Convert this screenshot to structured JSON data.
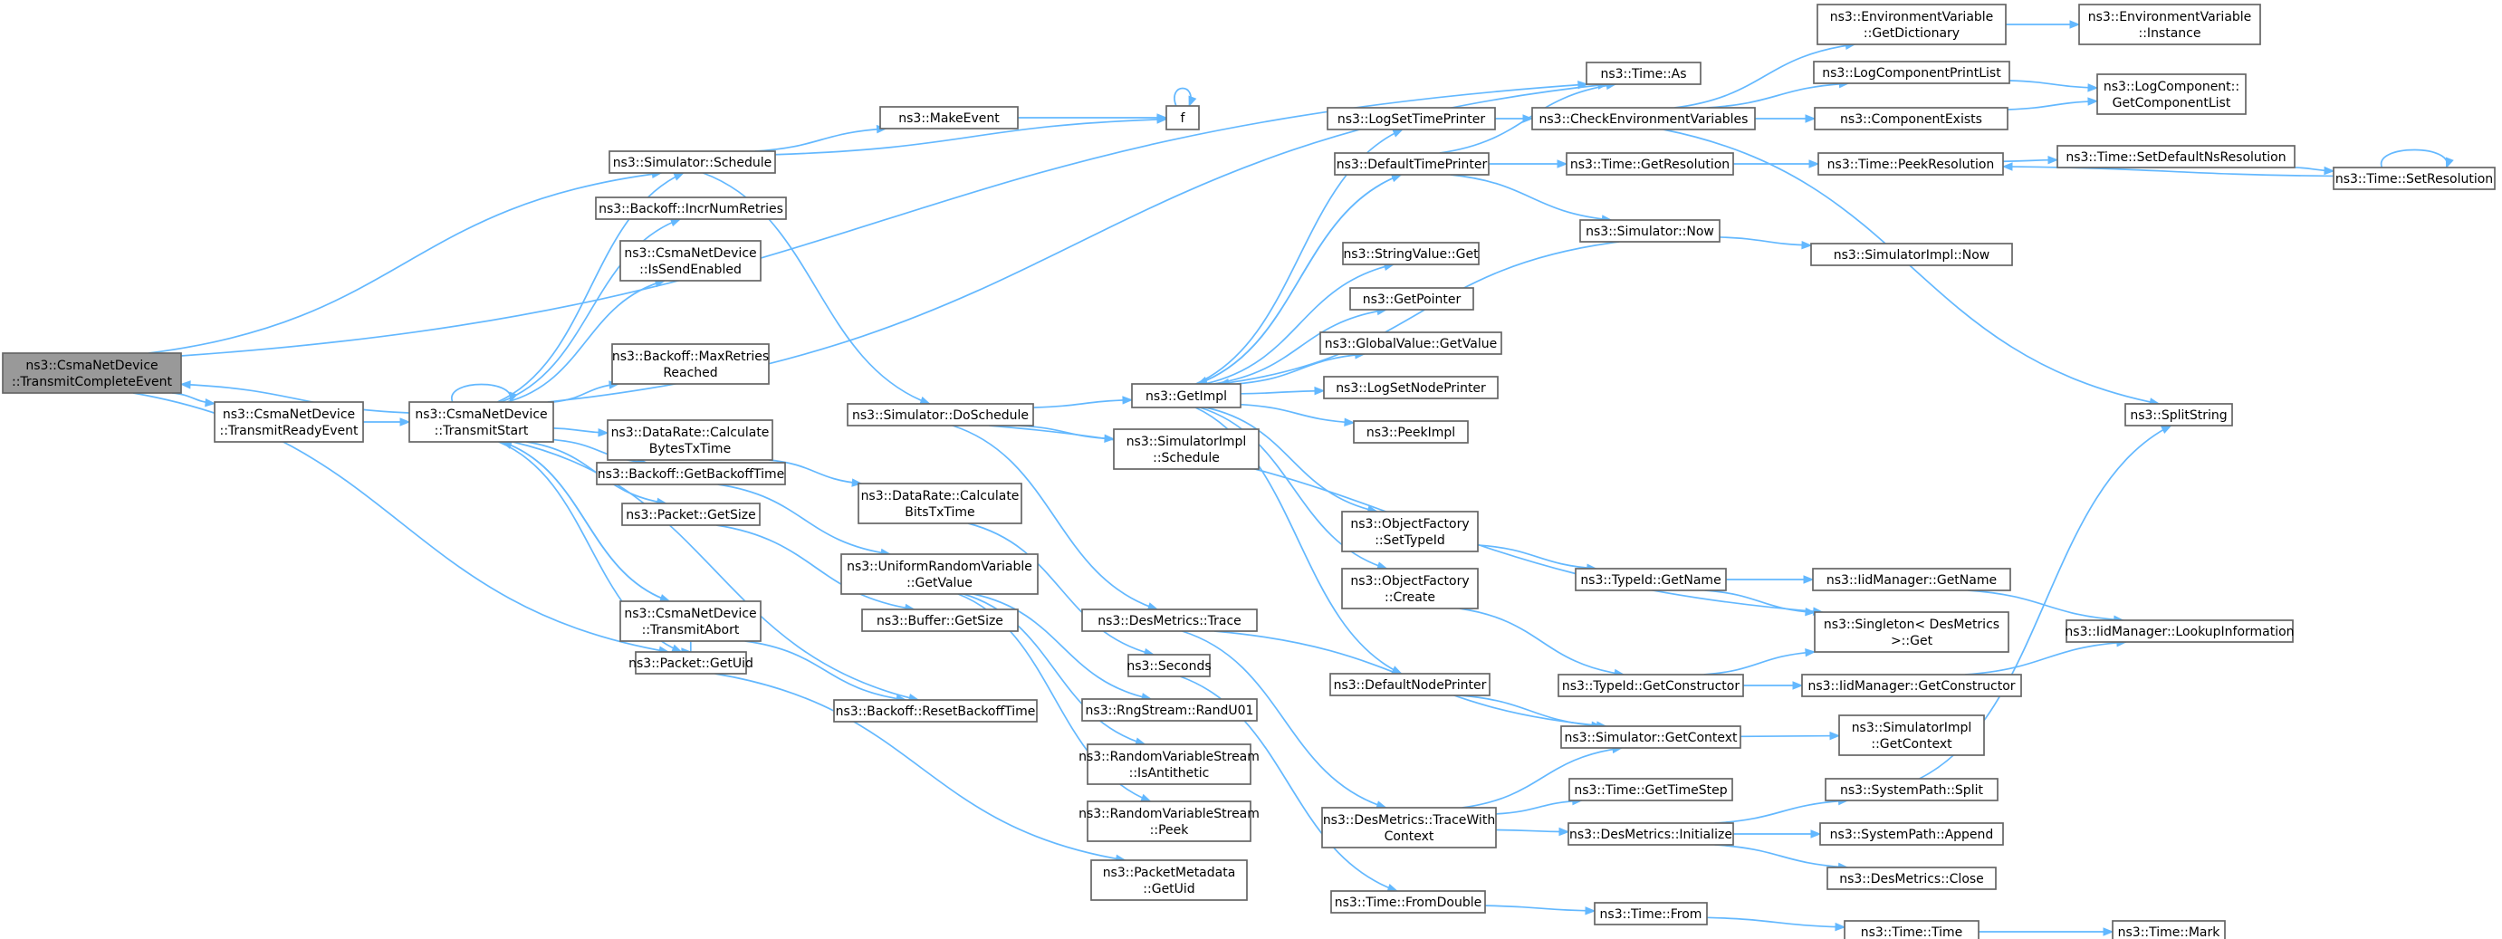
{
  "diagram": {
    "type": "call-graph",
    "colors": {
      "edge": "#63b8ff",
      "node_border": "#666666",
      "root_fill": "#999999",
      "node_fill": "#ffffff"
    },
    "nodes": [
      {
        "id": "root",
        "lines": [
          "ns3::CsmaNetDevice",
          "::TransmitCompleteEvent"
        ],
        "root": true
      },
      {
        "id": "tre",
        "lines": [
          "ns3::CsmaNetDevice",
          "::TransmitReadyEvent"
        ]
      },
      {
        "id": "ts",
        "lines": [
          "ns3::CsmaNetDevice",
          "::TransmitStart"
        ]
      },
      {
        "id": "sched",
        "lines": [
          "ns3::Simulator::Schedule"
        ]
      },
      {
        "id": "incr",
        "lines": [
          "ns3::Backoff::IncrNumRetries"
        ]
      },
      {
        "id": "isse",
        "lines": [
          "ns3::CsmaNetDevice",
          "::IsSendEnabled"
        ]
      },
      {
        "id": "maxr",
        "lines": [
          "ns3::Backoff::MaxRetries",
          "Reached"
        ]
      },
      {
        "id": "calcbytes",
        "lines": [
          "ns3::DataRate::Calculate",
          "BytesTxTime"
        ]
      },
      {
        "id": "getbo",
        "lines": [
          "ns3::Backoff::GetBackoffTime"
        ]
      },
      {
        "id": "pgs",
        "lines": [
          "ns3::Packet::GetSize"
        ]
      },
      {
        "id": "tabort",
        "lines": [
          "ns3::CsmaNetDevice",
          "::TransmitAbort"
        ]
      },
      {
        "id": "pgu",
        "lines": [
          "ns3::Packet::GetUid"
        ]
      },
      {
        "id": "reset",
        "lines": [
          "ns3::Backoff::ResetBackoffTime"
        ]
      },
      {
        "id": "makeev",
        "lines": [
          "ns3::MakeEvent"
        ]
      },
      {
        "id": "f",
        "lines": [
          "f"
        ]
      },
      {
        "id": "dosched",
        "lines": [
          "ns3::Simulator::DoSchedule"
        ]
      },
      {
        "id": "calcbits",
        "lines": [
          "ns3::DataRate::Calculate",
          "BitsTxTime"
        ]
      },
      {
        "id": "urv",
        "lines": [
          "ns3::UniformRandomVariable",
          "::GetValue"
        ]
      },
      {
        "id": "bgs",
        "lines": [
          "ns3::Buffer::GetSize"
        ]
      },
      {
        "id": "dmtrace",
        "lines": [
          "ns3::DesMetrics::Trace"
        ]
      },
      {
        "id": "seconds",
        "lines": [
          "ns3::Seconds"
        ]
      },
      {
        "id": "randu01",
        "lines": [
          "ns3::RngStream::RandU01"
        ]
      },
      {
        "id": "isanti",
        "lines": [
          "ns3::RandomVariableStream",
          "::IsAntithetic"
        ]
      },
      {
        "id": "peek",
        "lines": [
          "ns3::RandomVariableStream",
          "::Peek"
        ]
      },
      {
        "id": "pmgu",
        "lines": [
          "ns3::PacketMetadata",
          "::GetUid"
        ]
      },
      {
        "id": "getimpl",
        "lines": [
          "ns3::GetImpl"
        ]
      },
      {
        "id": "siimplsched",
        "lines": [
          "ns3::SimulatorImpl",
          "::Schedule"
        ]
      },
      {
        "id": "logstp",
        "lines": [
          "ns3::LogSetTimePrinter"
        ]
      },
      {
        "id": "deftp",
        "lines": [
          "ns3::DefaultTimePrinter"
        ]
      },
      {
        "id": "svget",
        "lines": [
          "ns3::StringValue::Get"
        ]
      },
      {
        "id": "getptr",
        "lines": [
          "ns3::GetPointer"
        ]
      },
      {
        "id": "gvget",
        "lines": [
          "ns3::GlobalValue::GetValue"
        ]
      },
      {
        "id": "logsnp",
        "lines": [
          "ns3::LogSetNodePrinter"
        ]
      },
      {
        "id": "peekimpl",
        "lines": [
          "ns3::PeekImpl"
        ]
      },
      {
        "id": "ofsettid",
        "lines": [
          "ns3::ObjectFactory",
          "::SetTypeId"
        ]
      },
      {
        "id": "ofcreate",
        "lines": [
          "ns3::ObjectFactory",
          "::Create"
        ]
      },
      {
        "id": "defnp",
        "lines": [
          "ns3::DefaultNodePrinter"
        ]
      },
      {
        "id": "dmtwc",
        "lines": [
          "ns3::DesMetrics::TraceWith",
          "Context"
        ]
      },
      {
        "id": "tfromdouble",
        "lines": [
          "ns3::Time::FromDouble"
        ]
      },
      {
        "id": "timeas",
        "lines": [
          "ns3::Time::As"
        ]
      },
      {
        "id": "checkenv",
        "lines": [
          "ns3::CheckEnvironmentVariables"
        ]
      },
      {
        "id": "getres",
        "lines": [
          "ns3::Time::GetResolution"
        ]
      },
      {
        "id": "simnow",
        "lines": [
          "ns3::Simulator::Now"
        ]
      },
      {
        "id": "tidgetname",
        "lines": [
          "ns3::TypeId::GetName"
        ]
      },
      {
        "id": "tidgetctor",
        "lines": [
          "ns3::TypeId::GetConstructor"
        ]
      },
      {
        "id": "simgetctx",
        "lines": [
          "ns3::Simulator::GetContext"
        ]
      },
      {
        "id": "gettimestep",
        "lines": [
          "ns3::Time::GetTimeStep"
        ]
      },
      {
        "id": "dminit",
        "lines": [
          "ns3::DesMetrics::Initialize"
        ]
      },
      {
        "id": "tfrom",
        "lines": [
          "ns3::Time::From"
        ]
      },
      {
        "id": "envgetdict",
        "lines": [
          "ns3::EnvironmentVariable",
          "::GetDictionary"
        ]
      },
      {
        "id": "logcpl",
        "lines": [
          "ns3::LogComponentPrintList"
        ]
      },
      {
        "id": "compexists",
        "lines": [
          "ns3::ComponentExists"
        ]
      },
      {
        "id": "peekres",
        "lines": [
          "ns3::Time::PeekResolution"
        ]
      },
      {
        "id": "simimplnow",
        "lines": [
          "ns3::SimulatorImpl::Now"
        ]
      },
      {
        "id": "iidgetname",
        "lines": [
          "ns3::IidManager::GetName"
        ]
      },
      {
        "id": "singleton",
        "lines": [
          "ns3::Singleton< DesMetrics",
          " >::Get"
        ]
      },
      {
        "id": "iidgetctor",
        "lines": [
          "ns3::IidManager::GetConstructor"
        ]
      },
      {
        "id": "simimplctx",
        "lines": [
          "ns3::SimulatorImpl",
          "::GetContext"
        ]
      },
      {
        "id": "spsplit",
        "lines": [
          "ns3::SystemPath::Split"
        ]
      },
      {
        "id": "spappend",
        "lines": [
          "ns3::SystemPath::Append"
        ]
      },
      {
        "id": "dmclose",
        "lines": [
          "ns3::DesMetrics::Close"
        ]
      },
      {
        "id": "ttime",
        "lines": [
          "ns3::Time::Time"
        ]
      },
      {
        "id": "envinst",
        "lines": [
          "ns3::EnvironmentVariable",
          "::Instance"
        ]
      },
      {
        "id": "lcgetlist",
        "lines": [
          "ns3::LogComponent::",
          "GetComponentList"
        ]
      },
      {
        "id": "setdefns",
        "lines": [
          "ns3::Time::SetDefaultNsResolution"
        ]
      },
      {
        "id": "setres",
        "lines": [
          "ns3::Time::SetResolution"
        ]
      },
      {
        "id": "splitstring",
        "lines": [
          "ns3::SplitString"
        ]
      },
      {
        "id": "iidlookup",
        "lines": [
          "ns3::IidManager::LookupInformation"
        ]
      },
      {
        "id": "tmark",
        "lines": [
          "ns3::Time::Mark"
        ]
      }
    ],
    "edges": [
      [
        "root",
        "tre"
      ],
      [
        "root",
        "sched"
      ],
      [
        "root",
        "timeas"
      ],
      [
        "root",
        "pgu"
      ],
      [
        "tre",
        "ts"
      ],
      [
        "ts",
        "root"
      ],
      [
        "ts",
        "ts"
      ],
      [
        "ts",
        "sched"
      ],
      [
        "ts",
        "incr"
      ],
      [
        "ts",
        "isse"
      ],
      [
        "ts",
        "maxr"
      ],
      [
        "ts",
        "calcbytes"
      ],
      [
        "ts",
        "getbo"
      ],
      [
        "ts",
        "pgs"
      ],
      [
        "ts",
        "tabort"
      ],
      [
        "ts",
        "pgu"
      ],
      [
        "ts",
        "reset"
      ],
      [
        "ts",
        "timeas"
      ],
      [
        "tabort",
        "ts"
      ],
      [
        "tabort",
        "pgu"
      ],
      [
        "tabort",
        "reset"
      ],
      [
        "sched",
        "makeev"
      ],
      [
        "sched",
        "f"
      ],
      [
        "sched",
        "dosched"
      ],
      [
        "makeev",
        "f"
      ],
      [
        "f",
        "f"
      ],
      [
        "calcbytes",
        "calcbits"
      ],
      [
        "getbo",
        "urv"
      ],
      [
        "pgs",
        "bgs"
      ],
      [
        "pgu",
        "pmgu"
      ],
      [
        "calcbits",
        "seconds"
      ],
      [
        "urv",
        "randu01"
      ],
      [
        "urv",
        "isanti"
      ],
      [
        "urv",
        "peek"
      ],
      [
        "dosched",
        "getimpl"
      ],
      [
        "dosched",
        "siimplsched"
      ],
      [
        "dosched",
        "dmtrace"
      ],
      [
        "dosched",
        "singleton"
      ],
      [
        "dmtrace",
        "dmtwc"
      ],
      [
        "dmtrace",
        "simgetctx"
      ],
      [
        "seconds",
        "tfromdouble"
      ],
      [
        "getimpl",
        "logstp"
      ],
      [
        "getimpl",
        "deftp"
      ],
      [
        "getimpl",
        "svget"
      ],
      [
        "getimpl",
        "getptr"
      ],
      [
        "getimpl",
        "gvget"
      ],
      [
        "getimpl",
        "logsnp"
      ],
      [
        "getimpl",
        "peekimpl"
      ],
      [
        "getimpl",
        "ofsettid"
      ],
      [
        "getimpl",
        "ofcreate"
      ],
      [
        "getimpl",
        "defnp"
      ],
      [
        "logstp",
        "checkenv"
      ],
      [
        "deftp",
        "timeas"
      ],
      [
        "deftp",
        "getres"
      ],
      [
        "deftp",
        "simnow"
      ],
      [
        "deftp",
        "getimpl"
      ],
      [
        "simnow",
        "getimpl"
      ],
      [
        "simnow",
        "simimplnow"
      ],
      [
        "ofsettid",
        "tidgetname"
      ],
      [
        "ofcreate",
        "tidgetctor"
      ],
      [
        "defnp",
        "simgetctx"
      ],
      [
        "dmtwc",
        "simgetctx"
      ],
      [
        "dmtwc",
        "gettimestep"
      ],
      [
        "dmtwc",
        "dminit"
      ],
      [
        "tfromdouble",
        "tfrom"
      ],
      [
        "checkenv",
        "envgetdict"
      ],
      [
        "checkenv",
        "logcpl"
      ],
      [
        "checkenv",
        "compexists"
      ],
      [
        "checkenv",
        "splitstring"
      ],
      [
        "getres",
        "peekres"
      ],
      [
        "tidgetname",
        "iidgetname"
      ],
      [
        "tidgetname",
        "singleton"
      ],
      [
        "tidgetctor",
        "singleton"
      ],
      [
        "tidgetctor",
        "iidgetctor"
      ],
      [
        "simgetctx",
        "simimplctx"
      ],
      [
        "dminit",
        "spsplit"
      ],
      [
        "dminit",
        "spappend"
      ],
      [
        "dminit",
        "dmclose"
      ],
      [
        "tfrom",
        "ttime"
      ],
      [
        "envgetdict",
        "envinst"
      ],
      [
        "logcpl",
        "lcgetlist"
      ],
      [
        "compexists",
        "lcgetlist"
      ],
      [
        "peekres",
        "setdefns"
      ],
      [
        "iidgetname",
        "iidlookup"
      ],
      [
        "iidgetctor",
        "iidlookup"
      ],
      [
        "spsplit",
        "splitstring"
      ],
      [
        "ttime",
        "tmark"
      ],
      [
        "setdefns",
        "setres"
      ],
      [
        "setres",
        "setres"
      ],
      [
        "setres",
        "peekres"
      ]
    ]
  }
}
